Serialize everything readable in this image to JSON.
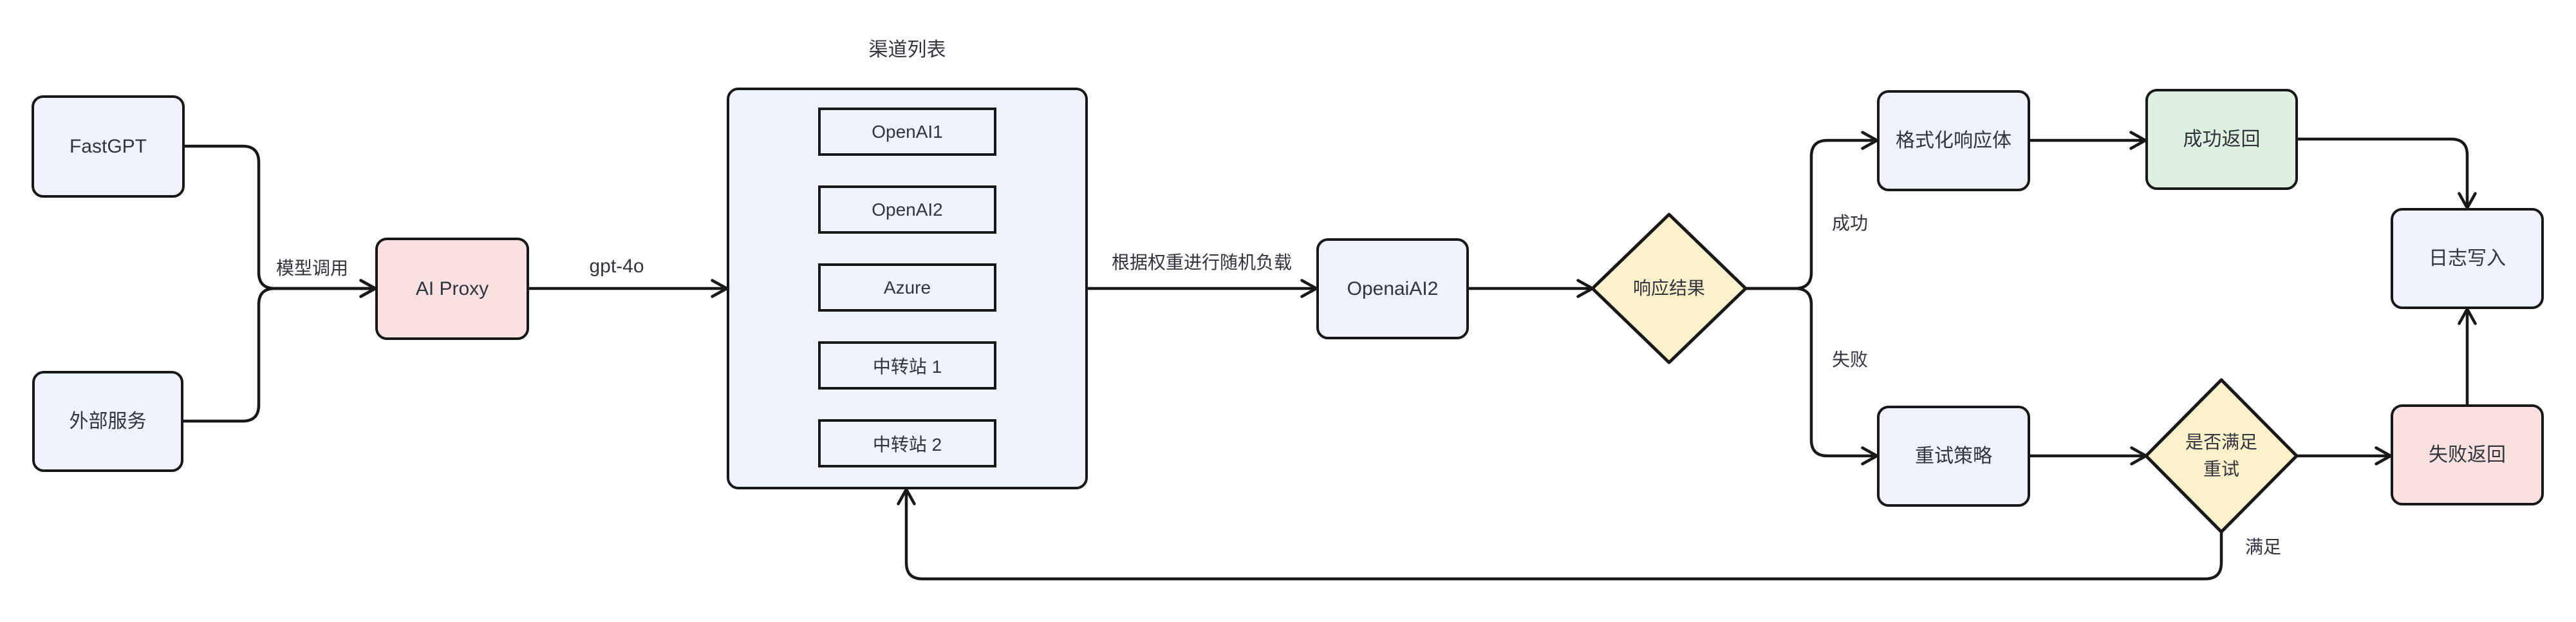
{
  "diagram": {
    "type": "flowchart",
    "direction": "left-to-right",
    "background": "#ffffff"
  },
  "colors": {
    "stroke": "#18181b",
    "text": "#32333c",
    "node_blue": "#edf2fb",
    "node_pink": "#fae1e1",
    "node_green": "#def0e0",
    "node_yellow": "#faf0ca"
  },
  "nodes": {
    "fastgpt": {
      "label": "FastGPT",
      "shape": "rounded-rect",
      "fill": "#edf2fb"
    },
    "external_service": {
      "label": "外部服务",
      "shape": "rounded-rect",
      "fill": "#edf2fb"
    },
    "ai_proxy": {
      "label": "AI Proxy",
      "shape": "rounded-rect",
      "fill": "#fae1e1"
    },
    "openai_ai2": {
      "label": "OpenaiAI2",
      "shape": "rounded-rect",
      "fill": "#edf2fb"
    },
    "response_result": {
      "label": "响应结果",
      "shape": "diamond",
      "fill": "#faf0ca"
    },
    "format_response": {
      "label": "格式化响应体",
      "shape": "rounded-rect",
      "fill": "#edf2fb"
    },
    "success_return": {
      "label": "成功返回",
      "shape": "rounded-rect",
      "fill": "#def0e0"
    },
    "log_write": {
      "label": "日志写入",
      "shape": "rounded-rect",
      "fill": "#edf2fb"
    },
    "retry_strategy": {
      "label": "重试策略",
      "shape": "rounded-rect",
      "fill": "#edf2fb"
    },
    "retry_check": {
      "label": "是否满足\n重试",
      "shape": "diamond",
      "fill": "#faf0ca"
    },
    "fail_return": {
      "label": "失败返回",
      "shape": "rounded-rect",
      "fill": "#fae1e1"
    }
  },
  "channel_group": {
    "title": "渠道列表",
    "items": [
      {
        "label": "OpenAI1"
      },
      {
        "label": "OpenAI2"
      },
      {
        "label": "Azure"
      },
      {
        "label": "中转站 1"
      },
      {
        "label": "中转站 2"
      }
    ]
  },
  "edge_labels": {
    "model_call": "模型调用",
    "model_name": "gpt-4o",
    "load_balance": "根据权重进行随机负载",
    "success": "成功",
    "fail": "失败",
    "satisfied": "满足"
  }
}
